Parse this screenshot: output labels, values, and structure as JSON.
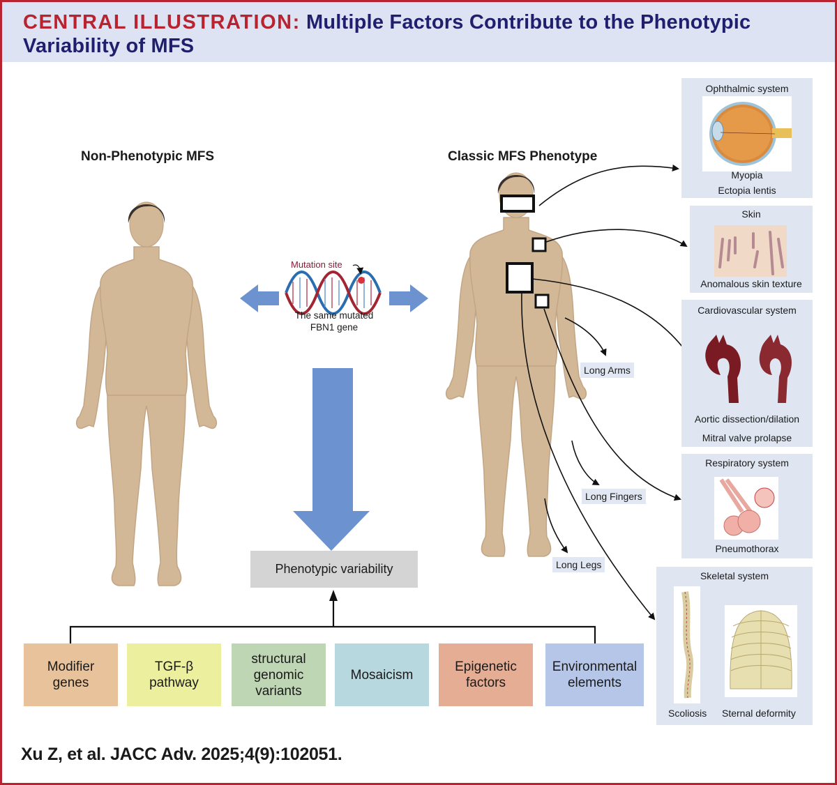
{
  "header": {
    "title_lead": "CENTRAL ILLUSTRATION:",
    "title_rest": "Multiple Factors Contribute to the Phenotypic Variability of MFS"
  },
  "figures": {
    "left_label": "Non-Phenotypic MFS",
    "right_label": "Classic MFS Phenotype"
  },
  "gene_box": {
    "mutation_label": "Mutation site",
    "gene_label_line1": "The same mutated",
    "gene_label_line2": "FBN1 gene"
  },
  "phenotypic_variability": "Phenotypic variability",
  "factors": [
    {
      "line1": "Modifier",
      "line2": "genes",
      "line3": "",
      "color": "#e8c29a"
    },
    {
      "line1": "TGF-β",
      "line2": "pathway",
      "line3": "",
      "color": "#ebef9e"
    },
    {
      "line1": "structural",
      "line2": "genomic",
      "line3": "variants",
      "color": "#bed6b4"
    },
    {
      "line1": "Mosaicism",
      "line2": "",
      "line3": "",
      "color": "#b7d8df"
    },
    {
      "line1": "Epigenetic",
      "line2": "factors",
      "line3": "",
      "color": "#e4ad94"
    },
    {
      "line1": "Environmental",
      "line2": "elements",
      "line3": "",
      "color": "#b5c6e8"
    }
  ],
  "body_tags": {
    "long_arms": "Long Arms",
    "long_fingers": "Long Fingers",
    "long_legs": "Long Legs"
  },
  "panels": {
    "ophthalmic": {
      "title": "Ophthalmic system",
      "captions": [
        "Myopia",
        "Ectopia lentis"
      ]
    },
    "skin": {
      "title": "Skin",
      "captions": [
        "Anomalous skin texture"
      ]
    },
    "cardiovascular": {
      "title": "Cardiovascular system",
      "captions": [
        "Aortic dissection/dilation",
        "Mitral valve prolapse"
      ]
    },
    "respiratory": {
      "title": "Respiratory system",
      "captions": [
        "Pneumothorax"
      ]
    },
    "skeletal": {
      "title": "Skeletal system",
      "captions": [
        "Scoliosis",
        "Sternal deformity"
      ]
    }
  },
  "citation": "Xu Z, et al. JACC Adv. 2025;4(9):102051.",
  "colors": {
    "brand_red": "#b8232f",
    "title_navy": "#1f1f6e",
    "arrow_blue": "#6c93d0",
    "skin_tone": "#d2b896",
    "panel_bg": "#dfe6f2"
  }
}
